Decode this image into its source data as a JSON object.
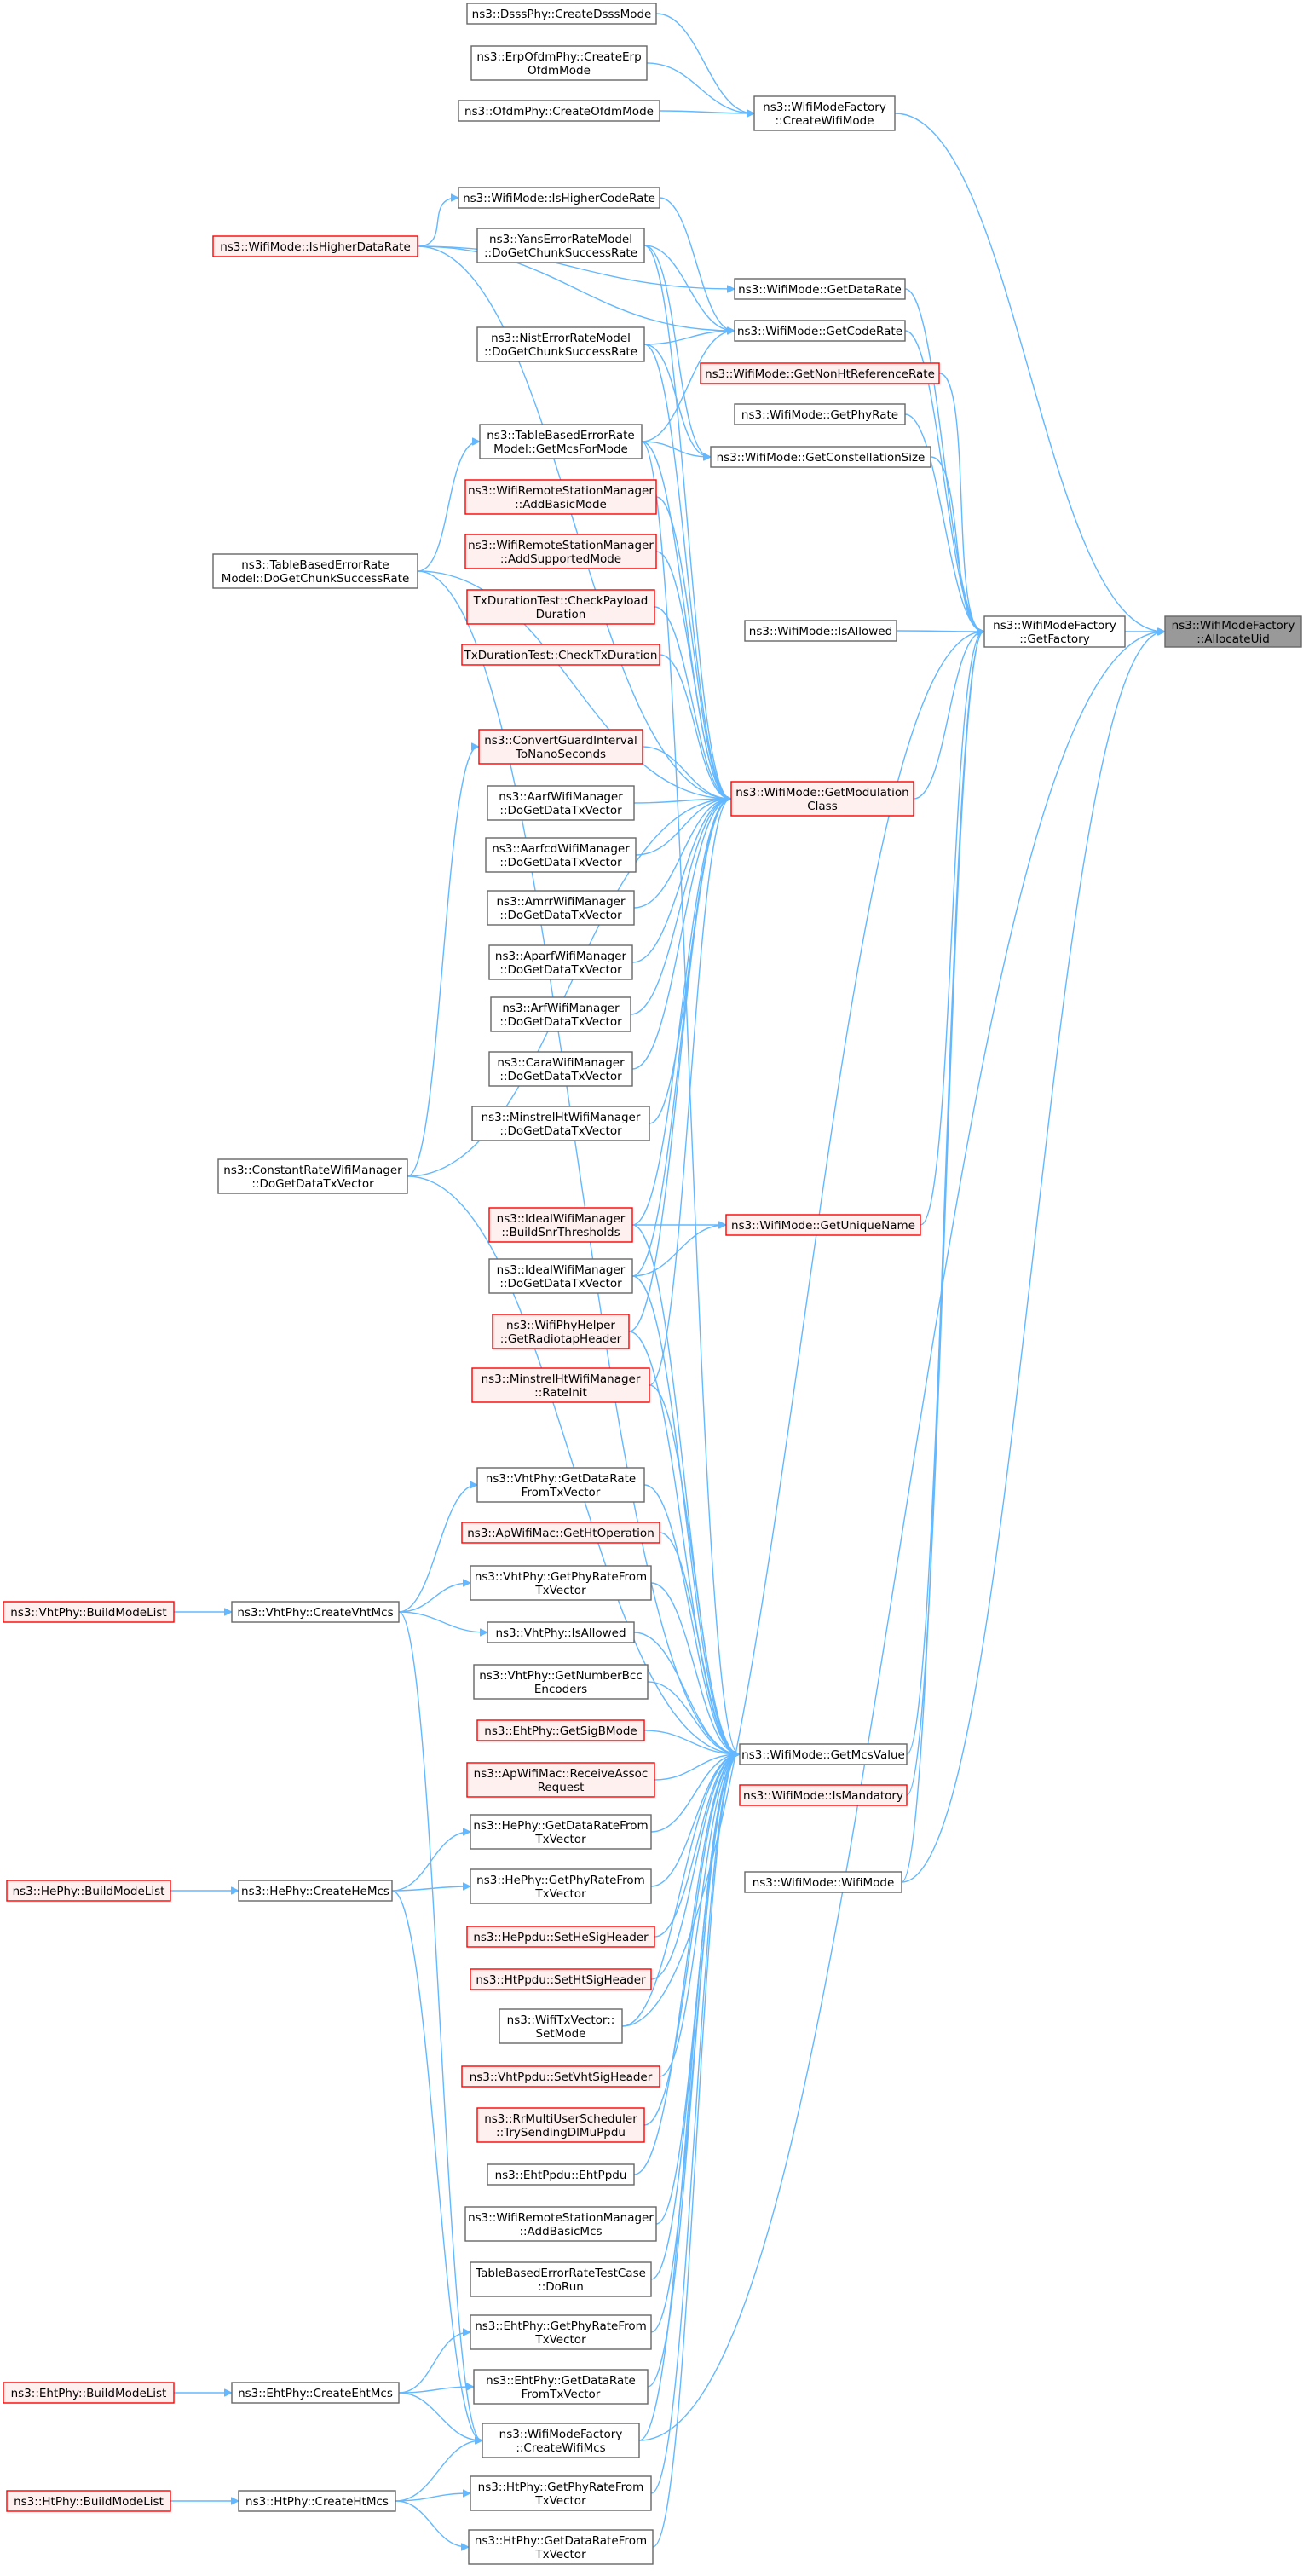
{
  "colors": {
    "edge": "#63b8ff",
    "normal_fill": "#ffffff",
    "normal_stroke": "#666666",
    "red_fill": "#fff0f0",
    "red_stroke": "#ff0000",
    "root_fill": "#999999",
    "root_stroke": "#666666"
  },
  "nodes": [
    {
      "id": "root",
      "lines": [
        "ns3::WifiModeFactory",
        "::AllocateUid"
      ],
      "style": "root"
    },
    {
      "id": "getFactory",
      "lines": [
        "ns3::WifiModeFactory",
        "::GetFactory"
      ],
      "style": "normal"
    },
    {
      "id": "createWifiMode",
      "lines": [
        "ns3::WifiModeFactory",
        "::CreateWifiMode"
      ],
      "style": "normal"
    },
    {
      "id": "dsssCreate",
      "lines": [
        "ns3::DsssPhy::CreateDsssMode"
      ],
      "style": "normal"
    },
    {
      "id": "erpCreate",
      "lines": [
        "ns3::ErpOfdmPhy::CreateErp",
        "OfdmMode"
      ],
      "style": "normal"
    },
    {
      "id": "ofdmCreate",
      "lines": [
        "ns3::OfdmPhy::CreateOfdmMode"
      ],
      "style": "normal"
    },
    {
      "id": "getDataRate",
      "lines": [
        "ns3::WifiMode::GetDataRate"
      ],
      "style": "normal"
    },
    {
      "id": "getCodeRate",
      "lines": [
        "ns3::WifiMode::GetCodeRate"
      ],
      "style": "normal"
    },
    {
      "id": "getNonHt",
      "lines": [
        "ns3::WifiMode::GetNonHtReferenceRate"
      ],
      "style": "red"
    },
    {
      "id": "getPhyRate",
      "lines": [
        "ns3::WifiMode::GetPhyRate"
      ],
      "style": "normal"
    },
    {
      "id": "getConst",
      "lines": [
        "ns3::WifiMode::GetConstellationSize"
      ],
      "style": "normal"
    },
    {
      "id": "isAllowed",
      "lines": [
        "ns3::WifiMode::IsAllowed"
      ],
      "style": "normal"
    },
    {
      "id": "getModClass",
      "lines": [
        "ns3::WifiMode::GetModulation",
        "Class"
      ],
      "style": "red"
    },
    {
      "id": "getUniqueName",
      "lines": [
        "ns3::WifiMode::GetUniqueName"
      ],
      "style": "red"
    },
    {
      "id": "getMcsValue",
      "lines": [
        "ns3::WifiMode::GetMcsValue"
      ],
      "style": "normal"
    },
    {
      "id": "isMandatory",
      "lines": [
        "ns3::WifiMode::IsMandatory"
      ],
      "style": "red"
    },
    {
      "id": "wifiModeCtor",
      "lines": [
        "ns3::WifiMode::WifiMode"
      ],
      "style": "normal"
    },
    {
      "id": "isHigherCode",
      "lines": [
        "ns3::WifiMode::IsHigherCodeRate"
      ],
      "style": "normal"
    },
    {
      "id": "isHigherData",
      "lines": [
        "ns3::WifiMode::IsHigherDataRate"
      ],
      "style": "red"
    },
    {
      "id": "yans",
      "lines": [
        "ns3::YansErrorRateModel",
        "::DoGetChunkSuccessRate"
      ],
      "style": "normal"
    },
    {
      "id": "nist",
      "lines": [
        "ns3::NistErrorRateModel",
        "::DoGetChunkSuccessRate"
      ],
      "style": "normal"
    },
    {
      "id": "tbGetMcs",
      "lines": [
        "ns3::TableBasedErrorRate",
        "Model::GetMcsForMode"
      ],
      "style": "normal"
    },
    {
      "id": "rsmAddBasic",
      "lines": [
        "ns3::WifiRemoteStationManager",
        "::AddBasicMode"
      ],
      "style": "red"
    },
    {
      "id": "rsmAddSupported",
      "lines": [
        "ns3::WifiRemoteStationManager",
        "::AddSupportedMode"
      ],
      "style": "red"
    },
    {
      "id": "tbChunk",
      "lines": [
        "ns3::TableBasedErrorRate",
        "Model::DoGetChunkSuccessRate"
      ],
      "style": "normal"
    },
    {
      "id": "txCheckPayload",
      "lines": [
        "TxDurationTest::CheckPayload",
        "Duration"
      ],
      "style": "red"
    },
    {
      "id": "txCheckTx",
      "lines": [
        "TxDurationTest::CheckTxDuration"
      ],
      "style": "red"
    },
    {
      "id": "convertGi",
      "lines": [
        "ns3::ConvertGuardInterval",
        "ToNanoSeconds"
      ],
      "style": "red"
    },
    {
      "id": "aarf",
      "lines": [
        "ns3::AarfWifiManager",
        "::DoGetDataTxVector"
      ],
      "style": "normal"
    },
    {
      "id": "aarfcd",
      "lines": [
        "ns3::AarfcdWifiManager",
        "::DoGetDataTxVector"
      ],
      "style": "normal"
    },
    {
      "id": "amrr",
      "lines": [
        "ns3::AmrrWifiManager",
        "::DoGetDataTxVector"
      ],
      "style": "normal"
    },
    {
      "id": "aparf",
      "lines": [
        "ns3::AparfWifiManager",
        "::DoGetDataTxVector"
      ],
      "style": "normal"
    },
    {
      "id": "arf",
      "lines": [
        "ns3::ArfWifiManager",
        "::DoGetDataTxVector"
      ],
      "style": "normal"
    },
    {
      "id": "cara",
      "lines": [
        "ns3::CaraWifiManager",
        "::DoGetDataTxVector"
      ],
      "style": "normal"
    },
    {
      "id": "minstrelHt",
      "lines": [
        "ns3::MinstrelHtWifiManager",
        "::DoGetDataTxVector"
      ],
      "style": "normal"
    },
    {
      "id": "constantRate",
      "lines": [
        "ns3::ConstantRateWifiManager",
        "::DoGetDataTxVector"
      ],
      "style": "normal"
    },
    {
      "id": "idealBuild",
      "lines": [
        "ns3::IdealWifiManager",
        "::BuildSnrThresholds"
      ],
      "style": "red"
    },
    {
      "id": "idealDoGet",
      "lines": [
        "ns3::IdealWifiManager",
        "::DoGetDataTxVector"
      ],
      "style": "normal"
    },
    {
      "id": "phyHelperRadiotap",
      "lines": [
        "ns3::WifiPhyHelper",
        "::GetRadiotapHeader"
      ],
      "style": "red"
    },
    {
      "id": "minstrelRateInit",
      "lines": [
        "ns3::MinstrelHtWifiManager",
        "::RateInit"
      ],
      "style": "red"
    },
    {
      "id": "vhtGetDataRate",
      "lines": [
        "ns3::VhtPhy::GetDataRate",
        "FromTxVector"
      ],
      "style": "normal"
    },
    {
      "id": "apGetHtOp",
      "lines": [
        "ns3::ApWifiMac::GetHtOperation"
      ],
      "style": "red"
    },
    {
      "id": "vhtGetPhyRate",
      "lines": [
        "ns3::VhtPhy::GetPhyRateFrom",
        "TxVector"
      ],
      "style": "normal"
    },
    {
      "id": "vhtIsAllowed",
      "lines": [
        "ns3::VhtPhy::IsAllowed"
      ],
      "style": "normal"
    },
    {
      "id": "vhtBcc",
      "lines": [
        "ns3::VhtPhy::GetNumberBcc",
        "Encoders"
      ],
      "style": "normal"
    },
    {
      "id": "ehtSigB",
      "lines": [
        "ns3::EhtPhy::GetSigBMode"
      ],
      "style": "red"
    },
    {
      "id": "apReceiveAssoc",
      "lines": [
        "ns3::ApWifiMac::ReceiveAssoc",
        "Request"
      ],
      "style": "red"
    },
    {
      "id": "heGetDataRate",
      "lines": [
        "ns3::HePhy::GetDataRateFrom",
        "TxVector"
      ],
      "style": "normal"
    },
    {
      "id": "heGetPhyRate",
      "lines": [
        "ns3::HePhy::GetPhyRateFrom",
        "TxVector"
      ],
      "style": "normal"
    },
    {
      "id": "hePpduSet",
      "lines": [
        "ns3::HePpdu::SetHeSigHeader"
      ],
      "style": "red"
    },
    {
      "id": "htPpduSet",
      "lines": [
        "ns3::HtPpdu::SetHtSigHeader"
      ],
      "style": "red"
    },
    {
      "id": "txVecSetMode",
      "lines": [
        "ns3::WifiTxVector::",
        "SetMode"
      ],
      "style": "normal"
    },
    {
      "id": "vhtPpduSet",
      "lines": [
        "ns3::VhtPpdu::SetVhtSigHeader"
      ],
      "style": "red"
    },
    {
      "id": "rrMulti",
      "lines": [
        "ns3::RrMultiUserScheduler",
        "::TrySendingDlMuPpdu"
      ],
      "style": "red"
    },
    {
      "id": "ehtPpdu",
      "lines": [
        "ns3::EhtPpdu::EhtPpdu"
      ],
      "style": "normal"
    },
    {
      "id": "rsmAddBasicMcs",
      "lines": [
        "ns3::WifiRemoteStationManager",
        "::AddBasicMcs"
      ],
      "style": "normal"
    },
    {
      "id": "tbTestDoRun",
      "lines": [
        "TableBasedErrorRateTestCase",
        "::DoRun"
      ],
      "style": "normal"
    },
    {
      "id": "ehtGetPhyRate",
      "lines": [
        "ns3::EhtPhy::GetPhyRateFrom",
        "TxVector"
      ],
      "style": "normal"
    },
    {
      "id": "ehtGetDataRate",
      "lines": [
        "ns3::EhtPhy::GetDataRate",
        "FromTxVector"
      ],
      "style": "normal"
    },
    {
      "id": "createWifiMcs",
      "lines": [
        "ns3::WifiModeFactory",
        "::CreateWifiMcs"
      ],
      "style": "normal"
    },
    {
      "id": "htGetPhyRate",
      "lines": [
        "ns3::HtPhy::GetPhyRateFrom",
        "TxVector"
      ],
      "style": "normal"
    },
    {
      "id": "htGetDataRate",
      "lines": [
        "ns3::HtPhy::GetDataRateFrom",
        "TxVector"
      ],
      "style": "normal"
    },
    {
      "id": "vhtCreateMcs",
      "lines": [
        "ns3::VhtPhy::CreateVhtMcs"
      ],
      "style": "normal"
    },
    {
      "id": "heCreateMcs",
      "lines": [
        "ns3::HePhy::CreateHeMcs"
      ],
      "style": "normal"
    },
    {
      "id": "ehtCreateMcs",
      "lines": [
        "ns3::EhtPhy::CreateEhtMcs"
      ],
      "style": "normal"
    },
    {
      "id": "htCreateMcs",
      "lines": [
        "ns3::HtPhy::CreateHtMcs"
      ],
      "style": "normal"
    },
    {
      "id": "vhtBuild",
      "lines": [
        "ns3::VhtPhy::BuildModeList"
      ],
      "style": "red"
    },
    {
      "id": "heBuild",
      "lines": [
        "ns3::HePhy::BuildModeList"
      ],
      "style": "red"
    },
    {
      "id": "ehtBuild",
      "lines": [
        "ns3::EhtPhy::BuildModeList"
      ],
      "style": "red"
    },
    {
      "id": "htBuild",
      "lines": [
        "ns3::HtPhy::BuildModeList"
      ],
      "style": "red"
    }
  ],
  "edges": [
    [
      "getFactory",
      "root"
    ],
    [
      "createWifiMode",
      "root"
    ],
    [
      "createWifiMcs",
      "root"
    ],
    [
      "wifiModeCtor",
      "root"
    ],
    [
      "dsssCreate",
      "createWifiMode"
    ],
    [
      "erpCreate",
      "createWifiMode"
    ],
    [
      "ofdmCreate",
      "createWifiMode"
    ],
    [
      "getDataRate",
      "getFactory"
    ],
    [
      "getCodeRate",
      "getFactory"
    ],
    [
      "getNonHt",
      "getFactory"
    ],
    [
      "getPhyRate",
      "getFactory"
    ],
    [
      "getConst",
      "getFactory"
    ],
    [
      "isAllowed",
      "getFactory"
    ],
    [
      "getModClass",
      "getFactory"
    ],
    [
      "getUniqueName",
      "getFactory"
    ],
    [
      "getMcsValue",
      "getFactory"
    ],
    [
      "isMandatory",
      "getFactory"
    ],
    [
      "wifiModeCtor",
      "getFactory"
    ],
    [
      "txVecSetMode",
      "getFactory"
    ],
    [
      "isHigherCode",
      "getCodeRate"
    ],
    [
      "isHigherData",
      "getCodeRate"
    ],
    [
      "isHigherData",
      "isHigherCode"
    ],
    [
      "isHigherData",
      "getDataRate"
    ],
    [
      "isHigherData",
      "getModClass"
    ],
    [
      "yans",
      "getCodeRate"
    ],
    [
      "yans",
      "getConst"
    ],
    [
      "yans",
      "getModClass"
    ],
    [
      "nist",
      "getCodeRate"
    ],
    [
      "nist",
      "getConst"
    ],
    [
      "nist",
      "getModClass"
    ],
    [
      "tbGetMcs",
      "getCodeRate"
    ],
    [
      "tbGetMcs",
      "getConst"
    ],
    [
      "tbGetMcs",
      "getModClass"
    ],
    [
      "tbChunk",
      "tbGetMcs"
    ],
    [
      "tbChunk",
      "getModClass"
    ],
    [
      "rsmAddBasic",
      "getModClass"
    ],
    [
      "rsmAddSupported",
      "getModClass"
    ],
    [
      "txCheckPayload",
      "getModClass"
    ],
    [
      "txCheckTx",
      "getModClass"
    ],
    [
      "convertGi",
      "getModClass"
    ],
    [
      "constantRate",
      "convertGi"
    ],
    [
      "aarf",
      "getModClass"
    ],
    [
      "aarfcd",
      "getModClass"
    ],
    [
      "amrr",
      "getModClass"
    ],
    [
      "aparf",
      "getModClass"
    ],
    [
      "arf",
      "getModClass"
    ],
    [
      "cara",
      "getModClass"
    ],
    [
      "minstrelHt",
      "getModClass"
    ],
    [
      "constantRate",
      "getModClass"
    ],
    [
      "idealBuild",
      "getModClass"
    ],
    [
      "idealBuild",
      "getUniqueName"
    ],
    [
      "idealDoGet",
      "getModClass"
    ],
    [
      "idealDoGet",
      "getUniqueName"
    ],
    [
      "phyHelperRadiotap",
      "getModClass"
    ],
    [
      "minstrelRateInit",
      "getModClass"
    ],
    [
      "idealBuild",
      "getMcsValue"
    ],
    [
      "idealDoGet",
      "getMcsValue"
    ],
    [
      "phyHelperRadiotap",
      "getMcsValue"
    ],
    [
      "minstrelRateInit",
      "getMcsValue"
    ],
    [
      "constantRate",
      "getMcsValue"
    ],
    [
      "vhtGetDataRate",
      "getMcsValue"
    ],
    [
      "apGetHtOp",
      "getMcsValue"
    ],
    [
      "vhtGetPhyRate",
      "getMcsValue"
    ],
    [
      "vhtIsAllowed",
      "getMcsValue"
    ],
    [
      "vhtBcc",
      "getMcsValue"
    ],
    [
      "ehtSigB",
      "getMcsValue"
    ],
    [
      "apReceiveAssoc",
      "getMcsValue"
    ],
    [
      "heGetDataRate",
      "getMcsValue"
    ],
    [
      "heGetPhyRate",
      "getMcsValue"
    ],
    [
      "hePpduSet",
      "getMcsValue"
    ],
    [
      "htPpduSet",
      "getMcsValue"
    ],
    [
      "txVecSetMode",
      "getMcsValue"
    ],
    [
      "vhtPpduSet",
      "getMcsValue"
    ],
    [
      "rrMulti",
      "getMcsValue"
    ],
    [
      "ehtPpdu",
      "getMcsValue"
    ],
    [
      "rsmAddBasicMcs",
      "getMcsValue"
    ],
    [
      "tbTestDoRun",
      "getMcsValue"
    ],
    [
      "ehtGetPhyRate",
      "getMcsValue"
    ],
    [
      "ehtGetDataRate",
      "getMcsValue"
    ],
    [
      "createWifiMcs",
      "getMcsValue"
    ],
    [
      "htGetPhyRate",
      "getMcsValue"
    ],
    [
      "htGetDataRate",
      "getMcsValue"
    ],
    [
      "tbGetMcs",
      "getMcsValue"
    ],
    [
      "tbChunk",
      "getMcsValue"
    ],
    [
      "vhtCreateMcs",
      "vhtGetDataRate"
    ],
    [
      "vhtCreateMcs",
      "vhtGetPhyRate"
    ],
    [
      "vhtCreateMcs",
      "vhtIsAllowed"
    ],
    [
      "vhtCreateMcs",
      "createWifiMcs"
    ],
    [
      "heCreateMcs",
      "heGetDataRate"
    ],
    [
      "heCreateMcs",
      "heGetPhyRate"
    ],
    [
      "heCreateMcs",
      "createWifiMcs"
    ],
    [
      "ehtCreateMcs",
      "ehtGetPhyRate"
    ],
    [
      "ehtCreateMcs",
      "ehtGetDataRate"
    ],
    [
      "ehtCreateMcs",
      "createWifiMcs"
    ],
    [
      "htCreateMcs",
      "htGetPhyRate"
    ],
    [
      "htCreateMcs",
      "htGetDataRate"
    ],
    [
      "htCreateMcs",
      "createWifiMcs"
    ],
    [
      "vhtBuild",
      "vhtCreateMcs"
    ],
    [
      "heBuild",
      "heCreateMcs"
    ],
    [
      "ehtBuild",
      "ehtCreateMcs"
    ],
    [
      "htBuild",
      "htCreateMcs"
    ]
  ]
}
